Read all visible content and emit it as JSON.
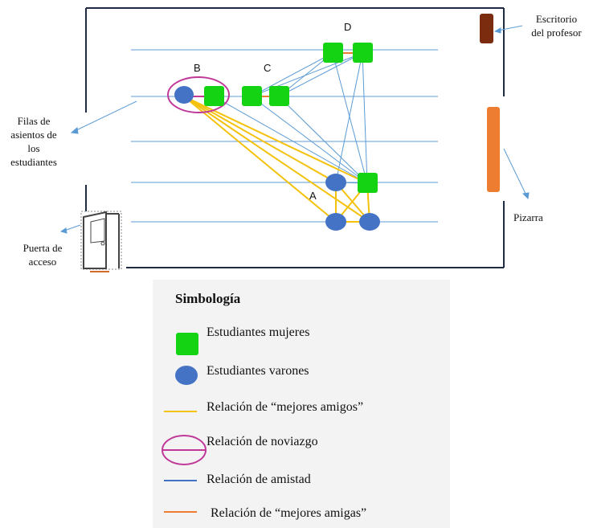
{
  "groups": {
    "a": "A",
    "b": "B",
    "c": "C",
    "d": "D"
  },
  "labels": {
    "desk": [
      "Escritorio",
      "del profesor"
    ],
    "rows": [
      "Filas de",
      "asientos de",
      "los",
      "estudiantes"
    ],
    "door": [
      "Puerta de",
      "acceso"
    ],
    "board": "Pizarra"
  },
  "legend": {
    "title": "Simbología",
    "female": "Estudiantes mujeres",
    "male": "Estudiantes varones",
    "best_friends_m": "Relación de “mejores amigos”",
    "dating": "Relación de noviazgo",
    "friendship": "Relación de amistad",
    "best_friends_f": "Relación de “mejores amigas”"
  },
  "colors": {
    "female": "#13d313",
    "male": "#4472c4",
    "best_friends_m": "#f4c20d",
    "dating": "#c0399a",
    "friendship": "#5b9bd5",
    "best_friends_f": "#ed7d31",
    "desk": "#7b2c0e",
    "board": "#ed7d31"
  }
}
